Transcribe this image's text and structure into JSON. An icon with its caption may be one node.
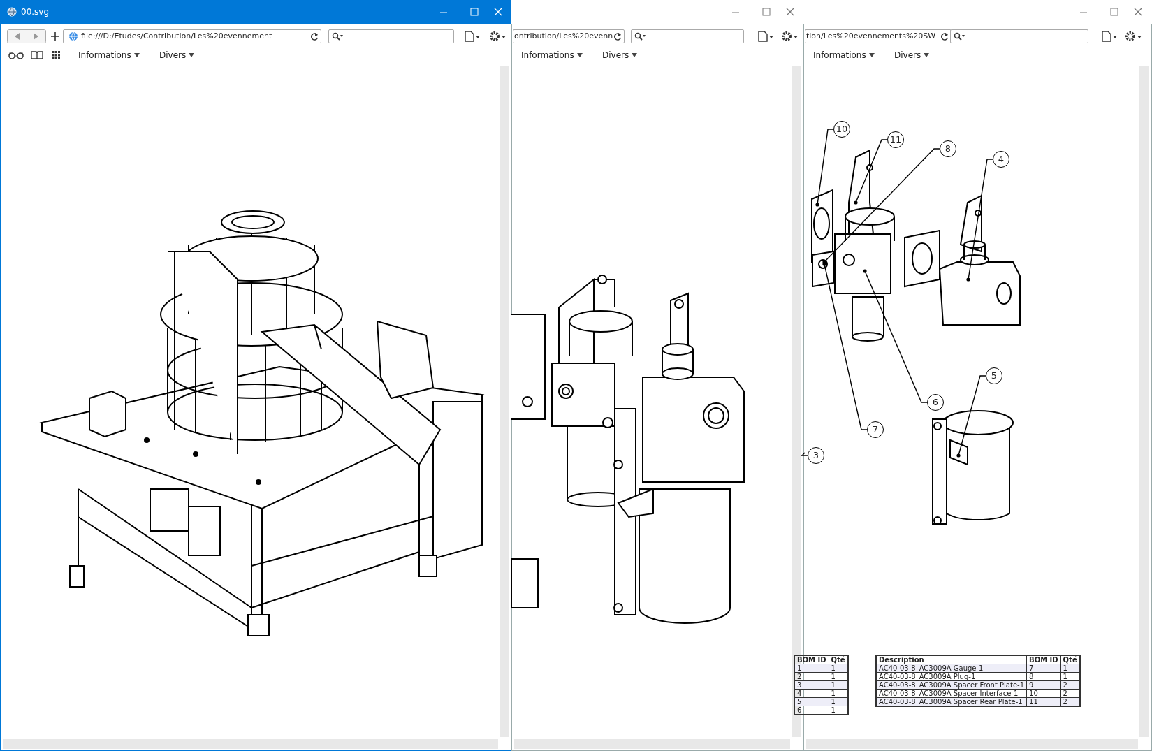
{
  "diagram": {
    "nodes": [
      {
        "text": [
          "10"
        ]
      },
      {
        "text": [
          "11"
        ]
      },
      {
        "text": [
          "8"
        ]
      },
      {
        "text": [
          "4"
        ]
      },
      {
        "text": [
          "5"
        ]
      },
      {
        "text": [
          "6"
        ]
      },
      {
        "text": [
          "7"
        ]
      },
      {
        "text": [
          "3"
        ]
      }
    ],
    "edges": [
      {
        "from": 0,
        "to": null,
        "arrow": "other"
      },
      {
        "from": 1,
        "to": null,
        "arrow": "other"
      },
      {
        "from": 2,
        "to": null,
        "arrow": "other"
      },
      {
        "from": 3,
        "to": null,
        "arrow": "other"
      },
      {
        "from": 4,
        "to": null,
        "arrow": "other"
      },
      {
        "from": 5,
        "to": null,
        "arrow": "other"
      },
      {
        "from": 6,
        "to": null,
        "arrow": "other"
      },
      {
        "from": 7,
        "to": null,
        "arrow": "none"
      }
    ],
    "labels": [
      "00.svg",
      "file:///D:/Etudes/Contribution/Les%20evennement",
      "Informations",
      "Divers",
      "ontribution/Les%20evenn",
      "Informations",
      "Divers",
      "tion/Les%20evennements%20SW",
      "Informations",
      "Divers",
      "BOM ID",
      "Qté",
      "1",
      "1",
      "2",
      "1",
      "3",
      "1",
      "4",
      "1",
      "5",
      "1",
      "6",
      "1",
      "Description",
      "BOM ID",
      "Qté",
      "AC40-03-8_AC3009A Gauge-1",
      "7",
      "1",
      "AC40-03-8_AC3009A Plug-1",
      "8",
      "1",
      "AC40-03-8_AC3009A Spacer Front Plate-1",
      "9",
      "2",
      "AC40-03-8_AC3009A Spacer Interface-1",
      "10",
      "2",
      "AC40-03-8_AC3009A Spacer Rear Plate-1",
      "11",
      "2"
    ]
  }
}
